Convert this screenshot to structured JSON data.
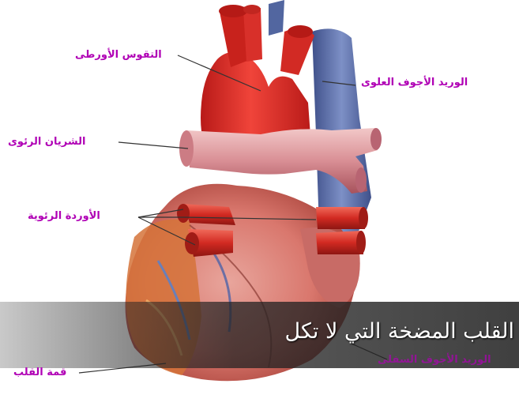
{
  "labels": {
    "aortic_arch": "التقوس الأورطى",
    "superior_vena_cava": "الوريد الأجوف العلوى",
    "pulmonary_artery": "الشريان الرئوى",
    "pulmonary_veins": "الأوردة الرئوية",
    "apex": "قمة القلب",
    "inferior_vena_cava": "الوريد الأجوف السفلى"
  },
  "caption": "القلب المضخة التي لا تكل",
  "colors": {
    "label_text": "#b000b5",
    "caption_text": "#ffffff",
    "muscle": "#d9463a",
    "artery": "#e0322b",
    "vein": "#5a6fa8",
    "pulmonary": "#e8b0b4",
    "fat": "#e8a040"
  }
}
